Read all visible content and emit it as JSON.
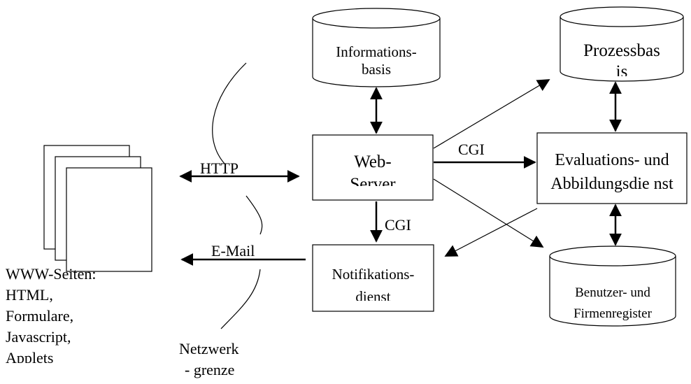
{
  "nodes": {
    "informationsbasis": {
      "line1": "Informations-",
      "line2": "basis"
    },
    "prozessbasis": {
      "line1": "Prozessbas",
      "line2": "is"
    },
    "web_server": {
      "line1": "Web-",
      "line2": "Server"
    },
    "evaluationsdienst": {
      "line1": "Evaluations- und",
      "line2": "Abbildungsdie nst"
    },
    "notifikationsdienst": {
      "line1": "Notifikations-",
      "line2": "dienst"
    },
    "benutzerregister": {
      "line1": "Benutzer- und",
      "line2": "Firmenregister"
    }
  },
  "connections": {
    "http": "HTTP",
    "email": "E-Mail",
    "cgi_evaluation": "CGI",
    "cgi_notification": "CGI"
  },
  "client": {
    "line1": "WWW-Seiten:",
    "line2": "HTML,",
    "line3": "Formulare,",
    "line4": "Javascript,",
    "line5": "Applets"
  },
  "boundary": {
    "line1": "Netzwerk",
    "line2": "- grenze"
  }
}
